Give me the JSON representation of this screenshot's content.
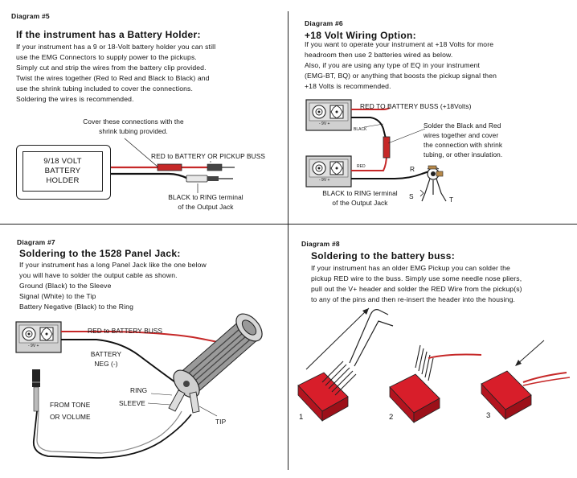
{
  "d5": {
    "label": "Diagram #5",
    "title": "If the instrument has a Battery Holder:",
    "body": [
      "If your instrument has a 9 or 18-Volt battery holder you can still",
      "use the EMG Connectors to supply power to the pickups.",
      "Simply cut and strip the wires from the battery clip provided.",
      "Twist the wires together (Red to Red and Black to Black) and",
      "use the shrink tubing included to cover the connections.",
      "Soldering the wires is recommended."
    ],
    "cover_note": [
      "Cover these connections with the",
      "shrink tubing provided."
    ],
    "holder_text": [
      "9/18 VOLT",
      "BATTERY",
      "HOLDER"
    ],
    "red_label": "RED to BATTERY OR PICKUP  BUSS",
    "black_label": [
      "BLACK to RING terminal",
      "of the Output Jack"
    ]
  },
  "d6": {
    "label": "Diagram #6",
    "title": "+18 Volt Wiring Option:",
    "body": [
      "If you want to operate your instrument at +18 Volts for more",
      "headroom then use 2 batteries wired as below.",
      "Also, if you are using any type of EQ in your instrument",
      "(EMG-BT, BQ) or anything that boosts the pickup signal then",
      "+18 Volts is recommended."
    ],
    "red_buss": "RED TO BATTERY BUSS (+18Volts)",
    "black_small": "BLACK",
    "red_small": "RED",
    "solder_note": [
      "Solder the Black and Red",
      "wires together and cover",
      "the connection with shrink",
      "tubing, or other insulation."
    ],
    "black_ring": [
      "BLACK to RING terminal",
      "of the Output Jack"
    ],
    "jack_r": "R",
    "jack_s": "S",
    "jack_t": "T",
    "clip_mark": "- 9V +"
  },
  "d7": {
    "label": "Diagram #7",
    "title": "Soldering to the 1528 Panel Jack:",
    "body": [
      "If your instrument has a long Panel Jack like the one below",
      "you will have to solder the output cable as shown.",
      "Ground (Black) to the Sleeve",
      "Signal (White) to the Tip",
      "Battery Negative (Black) to the Ring"
    ],
    "red_buss": "RED to BATTERY BUSS",
    "batt_neg": [
      "BATTERY",
      "NEG (-)"
    ],
    "ring": "RING",
    "sleeve": "SLEEVE",
    "tip": "TIP",
    "from_tone": [
      "FROM TONE",
      "OR VOLUME"
    ],
    "clip_mark": "- 9V +"
  },
  "d8": {
    "label": "Diagram #8",
    "title": "Soldering to the battery buss:",
    "body": [
      "If your instrument has an older EMG Pickup you can solder the",
      "pickup RED wire to the buss. Simply use some needle nose pliers,",
      "pull out the V+ header and solder the RED Wire from the pickup(s)",
      "to any of the pins and then re-insert the header into the housing."
    ],
    "steps": [
      "1",
      "2",
      "3"
    ]
  }
}
